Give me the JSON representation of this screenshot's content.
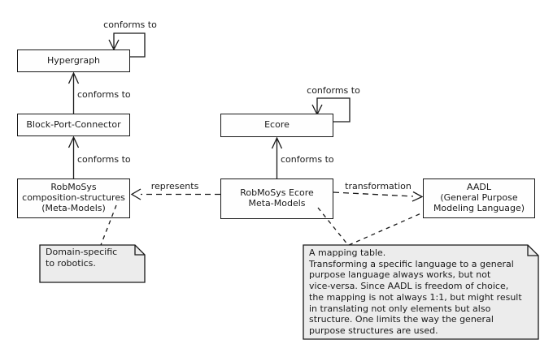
{
  "diagram": {
    "labels": {
      "conforms_to": "conforms to",
      "represents": "represents",
      "transformation": "transformation"
    },
    "nodes": {
      "hypergraph": {
        "lines": [
          "Hypergraph"
        ]
      },
      "block_port_connector": {
        "lines": [
          "Block-Port-Connector"
        ]
      },
      "robmosys_composition": {
        "lines": [
          "RobMoSys",
          "composition-structures",
          "(Meta-Models)"
        ]
      },
      "ecore": {
        "lines": [
          "Ecore"
        ]
      },
      "robmosys_ecore": {
        "lines": [
          "RobMoSys Ecore",
          "Meta-Models"
        ]
      },
      "aadl": {
        "lines": [
          "AADL",
          "(General Purpose",
          "Modeling Language)"
        ]
      }
    },
    "notes": {
      "domain_specific": {
        "lines": [
          "Domain-specific",
          "to robotics."
        ]
      },
      "mapping_table": {
        "lines": [
          "A mapping table.",
          "Transforming a specific language to a general",
          "purpose language always works, but not",
          "vice-versa. Since AADL is freedom of choice,",
          "the mapping is not always 1:1, but might result",
          "in translating not only elements but also",
          "structure. One limits the way the general",
          "purpose structures are used."
        ]
      }
    },
    "colors": {
      "background": "#ffffff",
      "line": "#181818",
      "box_fill": "#fefefe",
      "note_fill": "#ececec"
    }
  }
}
